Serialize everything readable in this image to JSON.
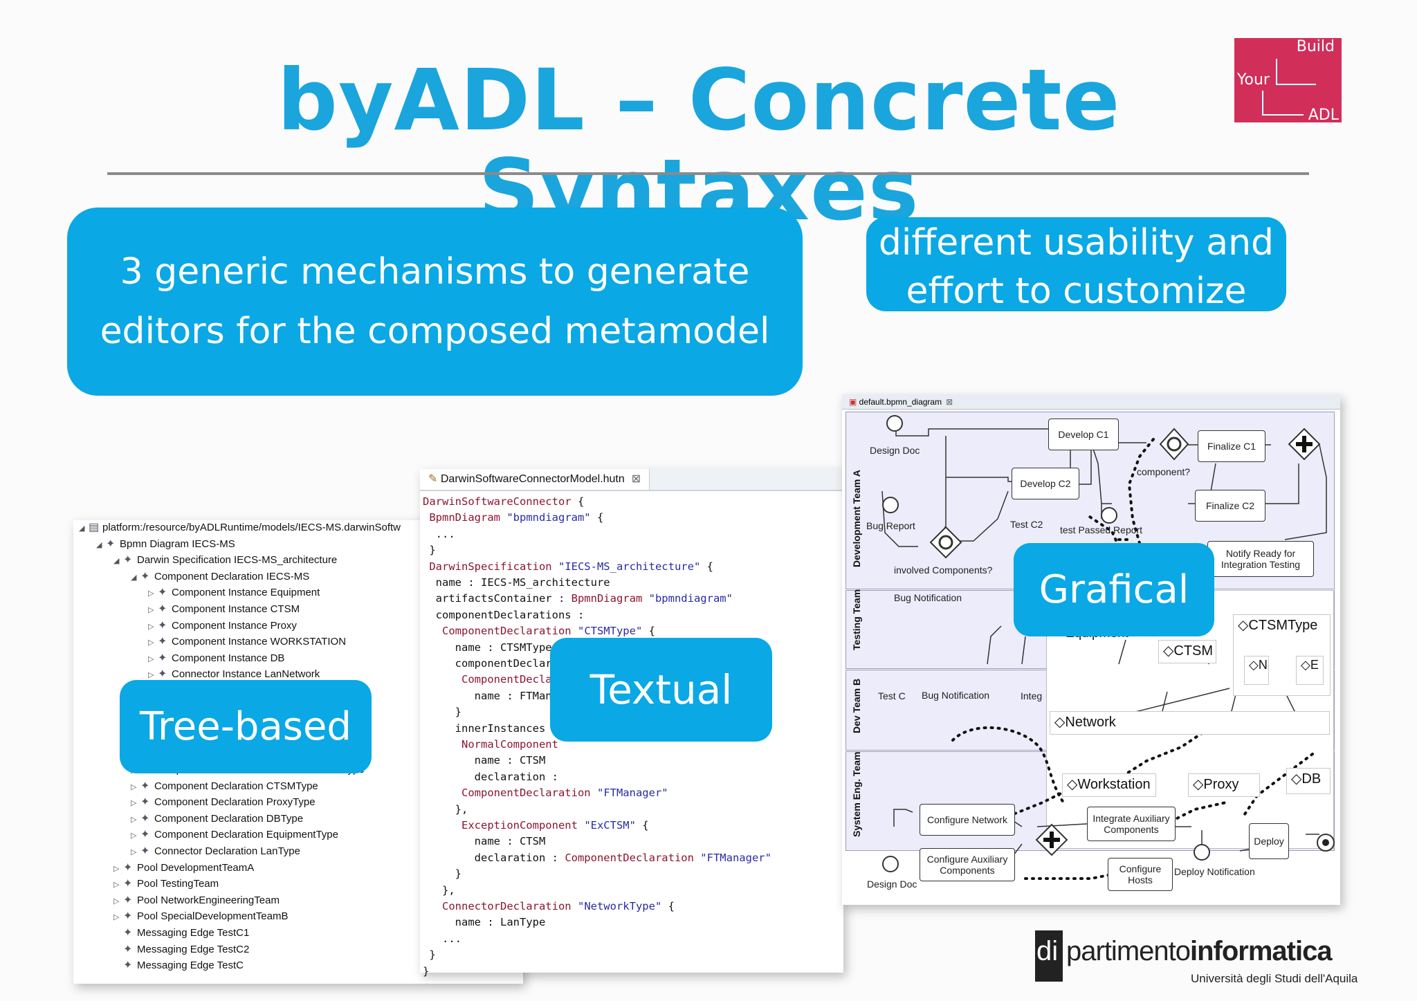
{
  "slide": {
    "title": "byADL – Concrete Syntaxes",
    "logo": {
      "line1": "Build",
      "line2": "Your",
      "line3": "ADL"
    },
    "bubble_main": {
      "line1": "3 generic mechanisms to generate",
      "line2": "editors for the composed metamodel"
    },
    "bubble_usability": {
      "line1": "different usability and",
      "line2": "effort to customize"
    },
    "labels": {
      "tree": "Tree-based",
      "textual": "Textual",
      "grafical": "Grafical"
    },
    "footer_logo": {
      "prefix": "di",
      "main": "partimento",
      "bold": "informatica",
      "sub": "Università degli Studi dell'Aquila"
    }
  },
  "tree_editor": {
    "rows": [
      {
        "indent": 0,
        "arrow": "◢",
        "icon": "▤",
        "text": "platform:/resource/byADLRuntime/models/IECS-MS.darwinSoftw"
      },
      {
        "indent": 1,
        "arrow": "◢",
        "icon": "✦",
        "text": "Bpmn Diagram IECS-MS"
      },
      {
        "indent": 2,
        "arrow": "◢",
        "icon": "✦",
        "text": "Darwin Specification IECS-MS_architecture"
      },
      {
        "indent": 3,
        "arrow": "◢",
        "icon": "✦",
        "text": "Component Declaration IECS-MS"
      },
      {
        "indent": 4,
        "arrow": "▷",
        "icon": "✦",
        "text": "Component Instance Equipment"
      },
      {
        "indent": 4,
        "arrow": "▷",
        "icon": "✦",
        "text": "Component Instance CTSM"
      },
      {
        "indent": 4,
        "arrow": "▷",
        "icon": "✦",
        "text": "Component Instance Proxy"
      },
      {
        "indent": 4,
        "arrow": "▷",
        "icon": "✦",
        "text": "Component Instance WORKSTATION"
      },
      {
        "indent": 4,
        "arrow": "▷",
        "icon": "✦",
        "text": "Component Instance DB"
      },
      {
        "indent": 4,
        "arrow": "▷",
        "icon": "✦",
        "text": "Connector Instance LanNetwork"
      },
      {
        "indent": 3,
        "arrow": "▷",
        "icon": "✦",
        "text": "Component Declaration WORKSTATIONType"
      },
      {
        "indent": 3,
        "arrow": "▷",
        "icon": "✦",
        "text": "Component Declaration CTSMType"
      },
      {
        "indent": 3,
        "arrow": "▷",
        "icon": "✦",
        "text": "Component Declaration ProxyType"
      },
      {
        "indent": 3,
        "arrow": "▷",
        "icon": "✦",
        "text": "Component Declaration DBType"
      },
      {
        "indent": 3,
        "arrow": "▷",
        "icon": "✦",
        "text": "Component Declaration EquipmentType"
      },
      {
        "indent": 3,
        "arrow": "▷",
        "icon": "✦",
        "text": "Connector Declaration LanType"
      },
      {
        "indent": 2,
        "arrow": "▷",
        "icon": "✦",
        "text": "Pool DevelopmentTeamA"
      },
      {
        "indent": 2,
        "arrow": "▷",
        "icon": "✦",
        "text": "Pool TestingTeam"
      },
      {
        "indent": 2,
        "arrow": "▷",
        "icon": "✦",
        "text": "Pool NetworkEngineeringTeam"
      },
      {
        "indent": 2,
        "arrow": "▷",
        "icon": "✦",
        "text": "Pool SpecialDevelopmentTeamB"
      },
      {
        "indent": 2,
        "arrow": "",
        "icon": "✦",
        "text": "Messaging Edge TestC1"
      },
      {
        "indent": 2,
        "arrow": "",
        "icon": "✦",
        "text": "Messaging Edge TestC2"
      },
      {
        "indent": 2,
        "arrow": "",
        "icon": "✦",
        "text": "Messaging Edge TestC"
      }
    ]
  },
  "text_editor": {
    "tab": "DarwinSoftwareConnectorModel.hutn",
    "lines": [
      [
        {
          "t": "DarwinSoftwareConnector",
          "c": "kw"
        },
        {
          "t": " {",
          "c": ""
        }
      ],
      [
        {
          "t": " BpmnDiagram",
          "c": "kw"
        },
        {
          "t": " ",
          "c": ""
        },
        {
          "t": "\"bpmndiagram\"",
          "c": "str"
        },
        {
          "t": " {",
          "c": ""
        }
      ],
      [
        {
          "t": "  ...",
          "c": ""
        }
      ],
      [
        {
          "t": " }",
          "c": ""
        }
      ],
      [
        {
          "t": " DarwinSpecification",
          "c": "kw"
        },
        {
          "t": " ",
          "c": ""
        },
        {
          "t": "\"IECS-MS_architecture\"",
          "c": "str"
        },
        {
          "t": " {",
          "c": ""
        }
      ],
      [
        {
          "t": "  name : IECS-MS_architecture",
          "c": ""
        }
      ],
      [
        {
          "t": "  artifactsContainer : ",
          "c": ""
        },
        {
          "t": "BpmnDiagram",
          "c": "kw"
        },
        {
          "t": " ",
          "c": ""
        },
        {
          "t": "\"bpmndiagram\"",
          "c": "str"
        }
      ],
      [
        {
          "t": "  componentDeclarations :",
          "c": ""
        }
      ],
      [
        {
          "t": "   ComponentDeclaration",
          "c": "kw"
        },
        {
          "t": " ",
          "c": ""
        },
        {
          "t": "\"CTSMType\"",
          "c": "str"
        },
        {
          "t": " {",
          "c": ""
        }
      ],
      [
        {
          "t": "     name : CTSMType",
          "c": ""
        }
      ],
      [
        {
          "t": "     componentDeclarations :",
          "c": ""
        }
      ],
      [
        {
          "t": "      ComponentDeclaration",
          "c": "kw"
        }
      ],
      [
        {
          "t": "        name : FTManager",
          "c": ""
        }
      ],
      [
        {
          "t": "     }",
          "c": ""
        }
      ],
      [
        {
          "t": "     innerInstances :",
          "c": ""
        }
      ],
      [
        {
          "t": "      NormalComponent",
          "c": "kw"
        }
      ],
      [
        {
          "t": "        name : CTSM",
          "c": ""
        }
      ],
      [
        {
          "t": "        declaration :",
          "c": ""
        }
      ],
      [
        {
          "t": "      ComponentDeclaration",
          "c": "kw"
        },
        {
          "t": " ",
          "c": ""
        },
        {
          "t": "\"FTManager\"",
          "c": "str"
        }
      ],
      [
        {
          "t": "     },",
          "c": ""
        }
      ],
      [
        {
          "t": "      ExceptionComponent",
          "c": "kw"
        },
        {
          "t": " ",
          "c": ""
        },
        {
          "t": "\"ExCTSM\"",
          "c": "str"
        },
        {
          "t": " {",
          "c": ""
        }
      ],
      [
        {
          "t": "        name : CTSM",
          "c": ""
        }
      ],
      [
        {
          "t": "        declaration : ",
          "c": ""
        },
        {
          "t": "ComponentDeclaration",
          "c": "kw"
        },
        {
          "t": " ",
          "c": ""
        },
        {
          "t": "\"FTManager\"",
          "c": "str"
        }
      ],
      [
        {
          "t": "     }",
          "c": ""
        }
      ],
      [
        {
          "t": "   },",
          "c": ""
        }
      ],
      [
        {
          "t": "   ConnectorDeclaration",
          "c": "kw"
        },
        {
          "t": " ",
          "c": ""
        },
        {
          "t": "\"NetworkType\"",
          "c": "str"
        },
        {
          "t": " {",
          "c": ""
        }
      ],
      [
        {
          "t": "     name : LanType",
          "c": ""
        }
      ],
      [
        {
          "t": "   ...",
          "c": ""
        }
      ],
      [
        {
          "t": " }",
          "c": ""
        }
      ],
      [
        {
          "t": "}",
          "c": ""
        }
      ]
    ]
  },
  "graph_editor": {
    "tab": "default.bpmn_diagram",
    "lanes": {
      "dev_a": "Development Team A",
      "testing": "Testing Team",
      "dev_b": "Dev Team B",
      "sys_eng": "System Eng. Team"
    },
    "tasks": {
      "develop_c1": "Develop C1",
      "develop_c2": "Develop C2",
      "finalize_c1": "Finalize C1",
      "finalize_c2": "Finalize C2",
      "notify": "Notify Ready for Integration Testing",
      "configure_network": "Configure Network",
      "configure_aux": "Configure Auxiliary Components",
      "integrate_aux": "Integrate Auxiliary Components",
      "configure_hosts": "Configure Hosts",
      "deploy": "Deploy"
    },
    "texts": {
      "design_doc_a": "Design Doc",
      "bug_report": "Bug Report",
      "test_c2": "Test C2",
      "test_passed": "test Passed Report",
      "component_q": "component?",
      "involved": "involved Components?",
      "bug_notification": "Bug Notification",
      "test_c": "Test C",
      "bug_notification2": "Bug Notification",
      "integ": "Integ",
      "design_doc_s": "Design Doc",
      "deploy_notification": "Deploy Notification",
      "equipment": "Equipment"
    },
    "components": {
      "ctsmtype": "CTSMType",
      "ctsm": "CTSM",
      "n": "N",
      "e": "E",
      "network": "Network",
      "workstation": "Workstation",
      "proxy": "Proxy",
      "db": "DB"
    }
  }
}
